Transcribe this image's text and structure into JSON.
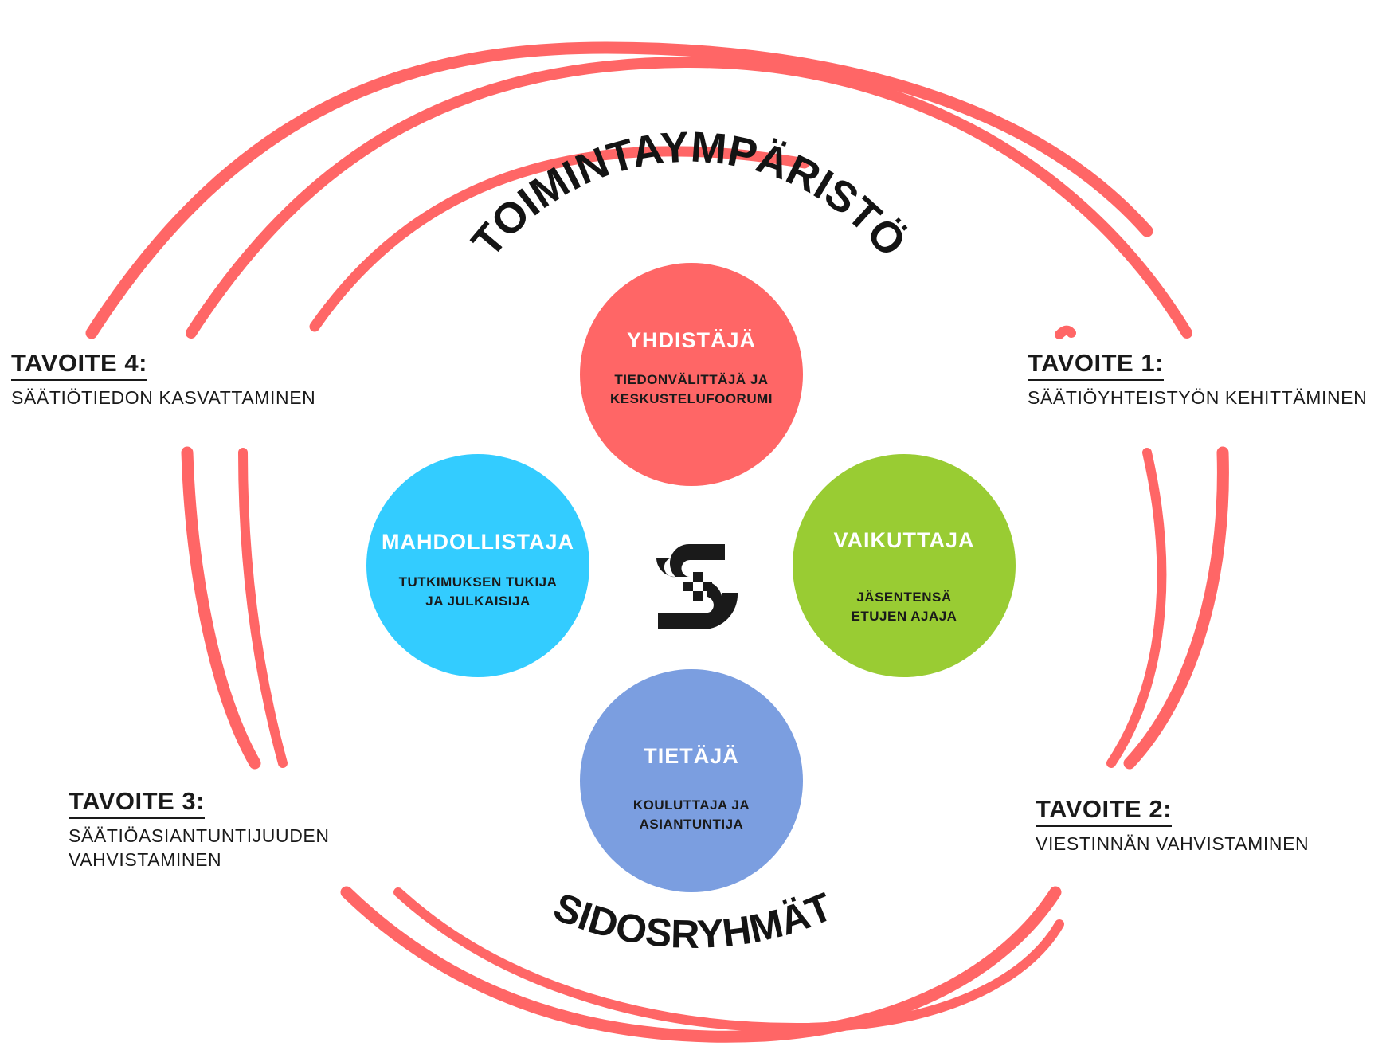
{
  "arc_labels": {
    "top": "TOIMINTAYMPÄRISTÖ",
    "bottom": "SIDOSRYHMÄT"
  },
  "roles": [
    {
      "name": "YHDISTÄJÄ",
      "desc_line1": "TIEDONVÄLITTÄJÄ JA",
      "desc_line2": "KESKUSTELUFOORUMI",
      "color": "#FF6666"
    },
    {
      "name": "MAHDOLLISTAJA",
      "desc_line1": "TUTKIMUKSEN TUKIJA",
      "desc_line2": "JA JULKAISIJA",
      "color": "#33CCFF"
    },
    {
      "name": "VAIKUTTAJA",
      "desc_line1": "JÄSENTENSÄ",
      "desc_line2": "ETUJEN AJAJA",
      "color": "#99CC33"
    },
    {
      "name": "TIETÄJÄ",
      "desc_line1": "KOULUTTAJA JA",
      "desc_line2": "ASIANTUNTIJA",
      "color": "#7B9EE0"
    }
  ],
  "goals": {
    "goal1": {
      "title": "TAVOITE 1:",
      "desc": "SÄÄTIÖYHTEISTYÖN KEHITTÄMINEN"
    },
    "goal2": {
      "title": "TAVOITE 2:",
      "desc": "VIESTINNÄN VAHVISTAMINEN"
    },
    "goal3": {
      "title": "TAVOITE 3:",
      "desc": "SÄÄTIÖASIANTUNTIJUUDEN VAHVISTAMINEN"
    },
    "goal4": {
      "title": "TAVOITE 4:",
      "desc": "SÄÄTIÖTIEDON KASVATTAMINEN"
    }
  },
  "colors": {
    "ring": "#FF6666",
    "text": "#1A1A1A",
    "logo": "#1A1A1A"
  },
  "logo": {
    "icon": "saatiot-s-logo-icon"
  }
}
